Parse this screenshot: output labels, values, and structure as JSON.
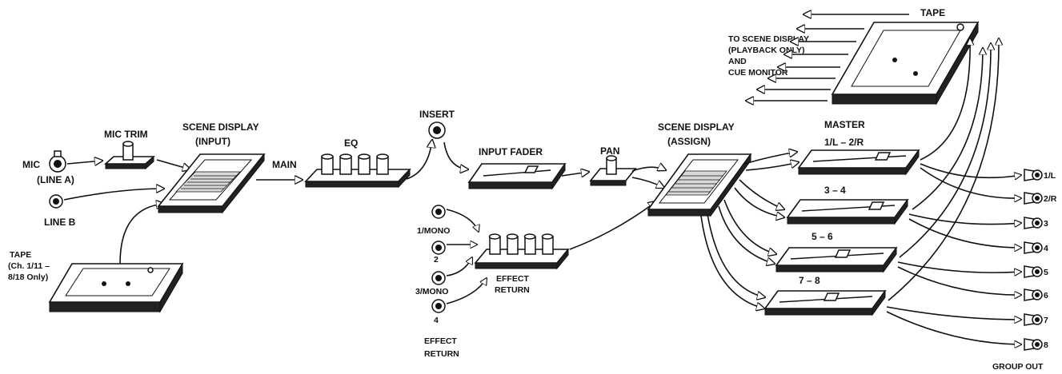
{
  "labels": {
    "mic": "MIC",
    "line_a": "(LINE A)",
    "line_b": "LINE B",
    "mic_trim": "MIC TRIM",
    "tape_in_1": "TAPE",
    "tape_in_2": "(Ch. 1/11 –",
    "tape_in_3": "8/18 Only)",
    "scene_input_1": "SCENE DISPLAY",
    "scene_input_2": "(INPUT)",
    "main": "MAIN",
    "eq": "EQ",
    "insert": "INSERT",
    "input_fader": "INPUT FADER",
    "pan": "PAN",
    "scene_assign_1": "SCENE DISPLAY",
    "scene_assign_2": "(ASSIGN)",
    "ret_1": "1/MONO",
    "ret_2": "2",
    "ret_3": "3/MONO",
    "ret_4": "4",
    "effect_return_1": "EFFECT",
    "effect_return_2": "RETURN",
    "effect_return_bottom_1": "EFFECT",
    "effect_return_bottom_2": "RETURN",
    "master": "MASTER",
    "m12": "1/L – 2/R",
    "m34": "3 – 4",
    "m56": "5 – 6",
    "m78": "7 – 8",
    "tape_top": "TAPE",
    "to_scene_1": "TO SCENE DISPLAY",
    "to_scene_2": "(PLAYBACK ONLY)",
    "to_scene_3": "AND",
    "to_scene_4": "CUE MONITOR",
    "group_out": "GROUP OUT"
  },
  "outputs": [
    "1/L",
    "2/R",
    "3",
    "4",
    "5",
    "6",
    "7",
    "8"
  ]
}
